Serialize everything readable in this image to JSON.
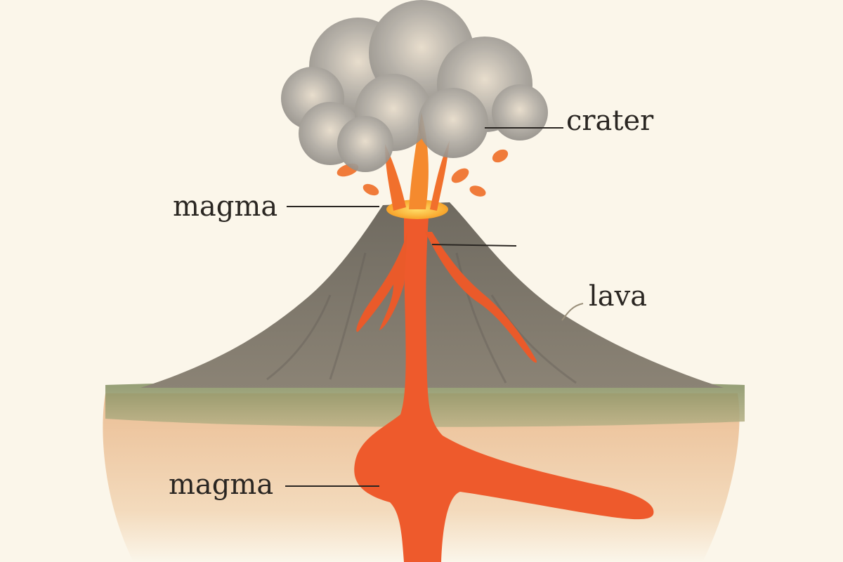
{
  "labels": {
    "crater": "crater",
    "magma_top": "magma",
    "lava": "lava",
    "magma_bottom": "magma"
  },
  "colors": {
    "background": "#fbf6ea",
    "smoke": "#9a958e",
    "mountain": "#7f776b",
    "ground": "#8f9a6b",
    "soil": "#e9b98a",
    "lava": "#ef5a2a",
    "lava_glow": "#f8c033",
    "ink": "#2a2622"
  }
}
